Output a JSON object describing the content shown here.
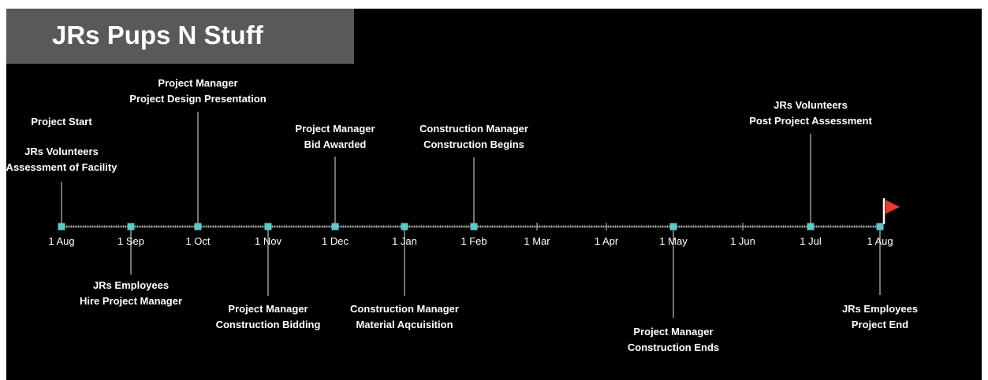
{
  "title": "JRs Pups N Stuff",
  "colors": {
    "background": "#000000",
    "title_bar": "#595959",
    "marker": "#5bc8cc",
    "stem": "#bfbfbf",
    "axis": "#bfbfbf",
    "flag": "#e8392b",
    "flag_pole": "#ffffff"
  },
  "month_labels": [
    "1 Aug",
    "1 Sep",
    "1 Oct",
    "1 Nov",
    "1 Dec",
    "1 Jan",
    "1 Feb",
    "1 Mar",
    "1 Apr",
    "1 May",
    "1 Jun",
    "1 Jul",
    "1 Aug"
  ],
  "milestones": [
    {
      "month_index": 0,
      "side": "above",
      "lines": [
        "Project Start"
      ]
    },
    {
      "month_index": 0,
      "side": "above",
      "lines": [
        "JRs Volunteers",
        "Assessment of Facility"
      ]
    },
    {
      "month_index": 1,
      "side": "below",
      "lines": [
        "JRs Employees",
        "Hire Project Manager"
      ]
    },
    {
      "month_index": 2,
      "side": "above",
      "lines": [
        "Project Manager",
        "Project Design Presentation"
      ]
    },
    {
      "month_index": 3,
      "side": "below",
      "lines": [
        "Project Manager",
        "Construction Bidding"
      ]
    },
    {
      "month_index": 4,
      "side": "above",
      "lines": [
        "Project Manager",
        "Bid Awarded"
      ]
    },
    {
      "month_index": 5,
      "side": "below",
      "lines": [
        "Construction Manager",
        "Material Aqcuisition"
      ]
    },
    {
      "month_index": 6,
      "side": "above",
      "lines": [
        "Construction Manager",
        "Construction Begins"
      ]
    },
    {
      "month_index": 9,
      "side": "below",
      "lines": [
        "Project Manager",
        "Construction Ends"
      ]
    },
    {
      "month_index": 11,
      "side": "above",
      "lines": [
        "JRs Volunteers",
        "Post Project Assessment"
      ]
    },
    {
      "month_index": 12,
      "side": "below",
      "lines": [
        "JRs Employees",
        "Project End"
      ]
    }
  ],
  "marker_month_indices": [
    0,
    1,
    2,
    3,
    4,
    5,
    6,
    9,
    11,
    12
  ],
  "end_flag": {
    "icon": "red-flag-icon",
    "month_index": 12
  }
}
